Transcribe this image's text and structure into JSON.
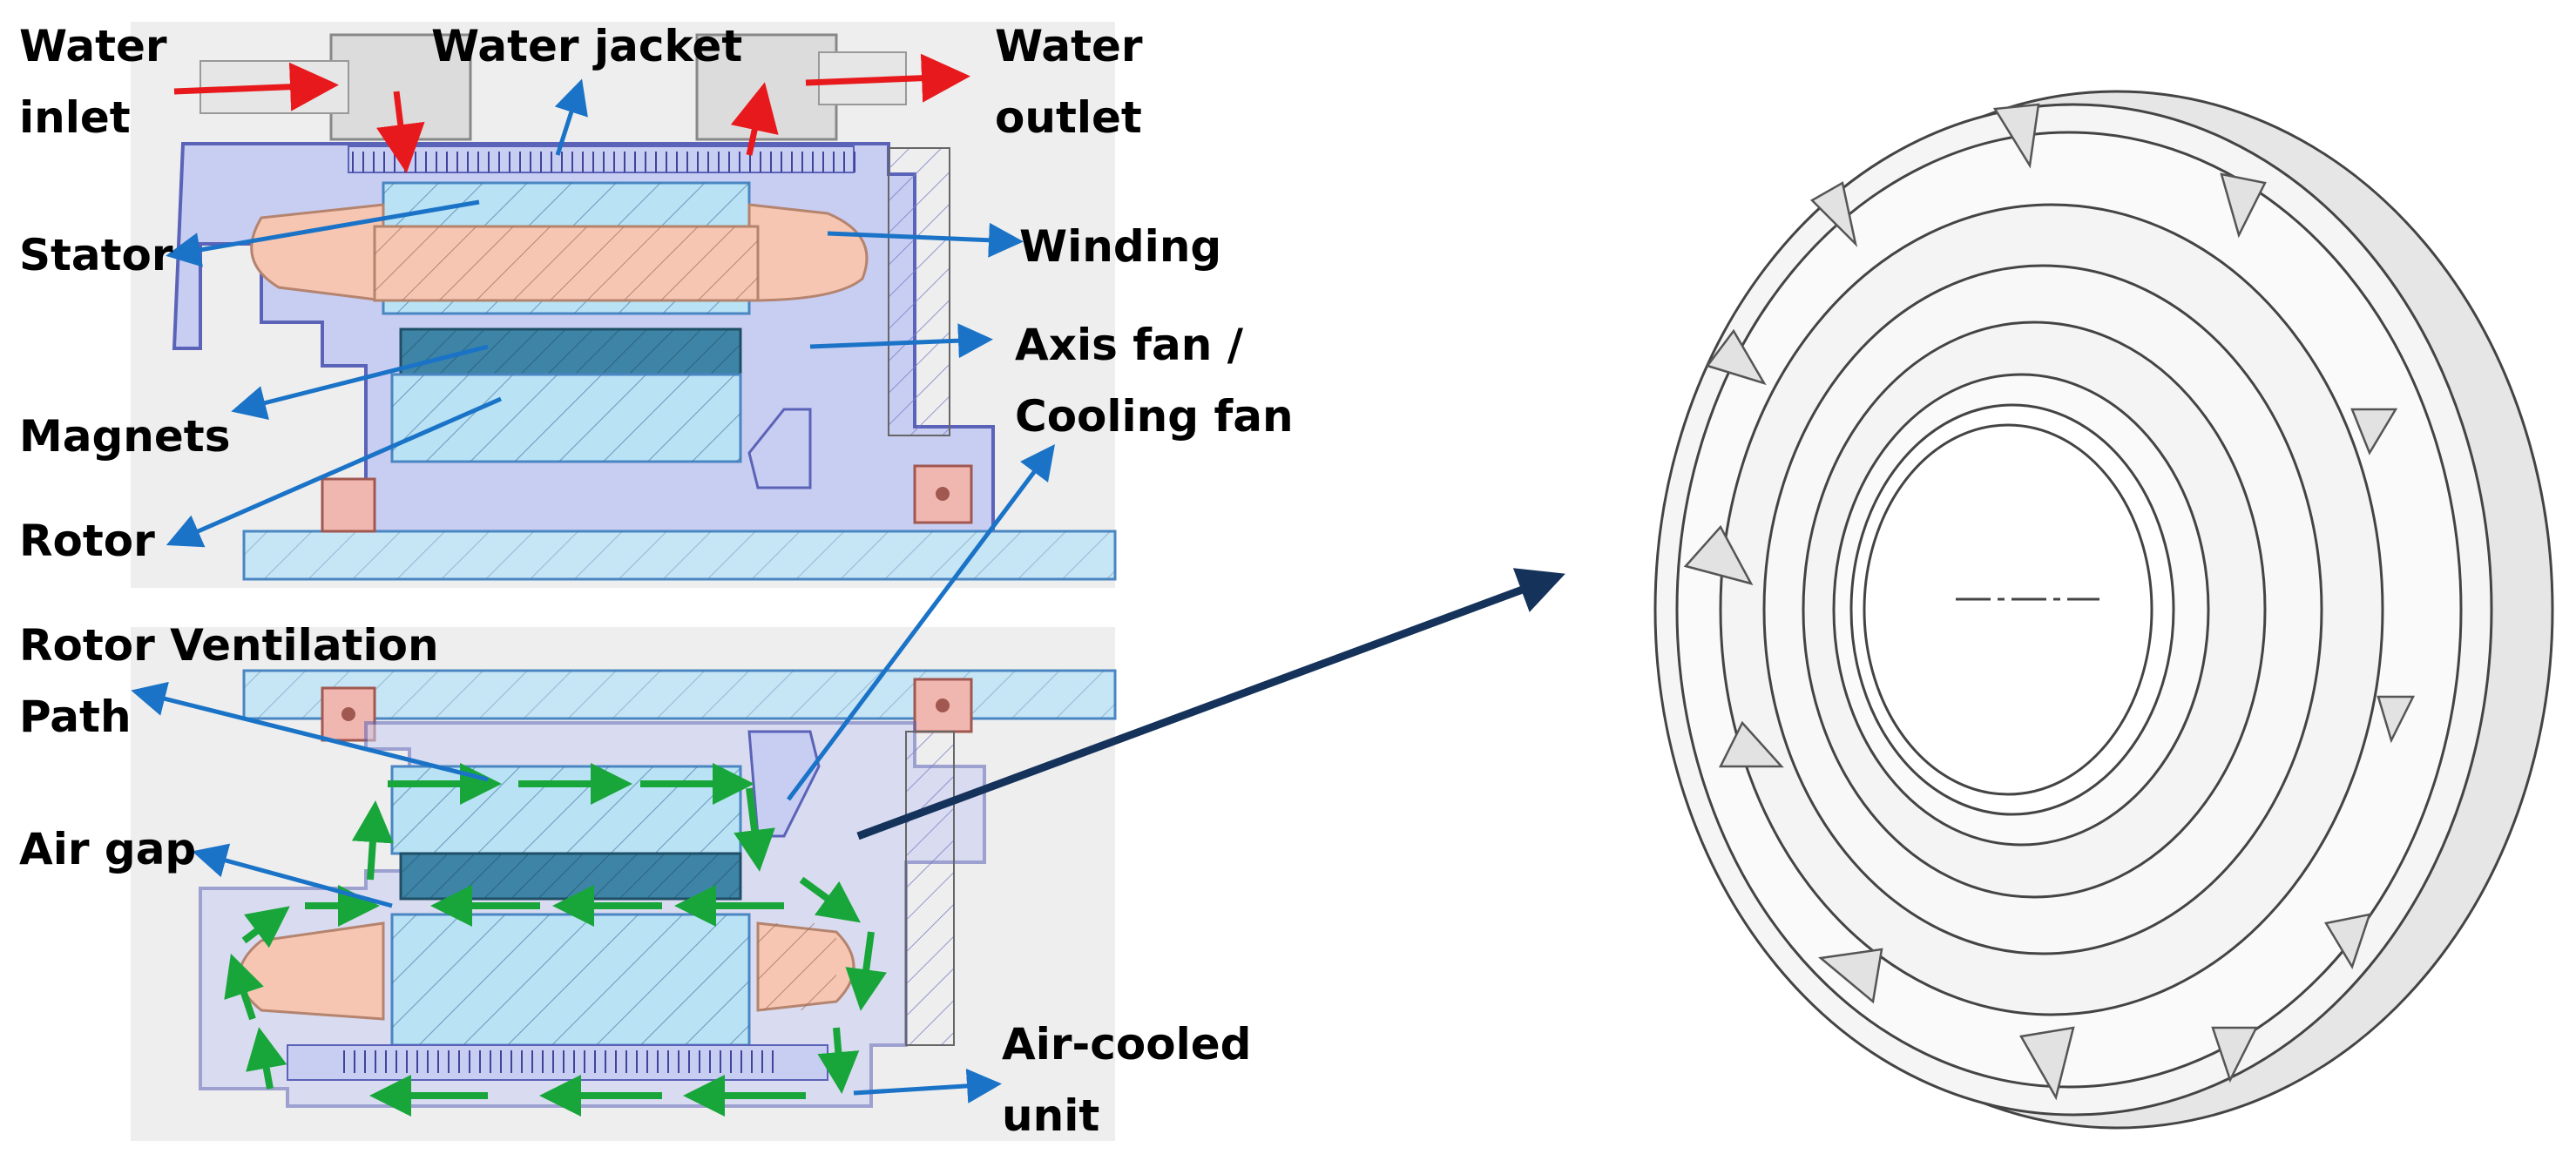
{
  "labels": {
    "water_inlet": [
      "Water",
      "inlet"
    ],
    "water_jacket": "Water jacket",
    "water_outlet": [
      "Water",
      "outlet"
    ],
    "stator": "Stator",
    "winding": "Winding",
    "axis_fan": [
      "Axis fan /",
      "Cooling fan"
    ],
    "magnets": "Magnets",
    "rotor": "Rotor",
    "rotor_ventilation": [
      "Rotor Ventilation",
      "Path"
    ],
    "air_gap": "Air gap",
    "air_cooled": [
      "Air-cooled",
      "unit"
    ]
  },
  "colors": {
    "housing": "#c8cdf2",
    "housing_stroke": "#5b63b8",
    "stator_iron": "#b9e2f5",
    "stator_stroke": "#4a86c2",
    "winding": "#f6c6b2",
    "winding_stroke": "#b4846f",
    "magnet": "#3e84a6",
    "shaft": "#c6e5f5",
    "bearing": "#f0b7b0",
    "water_arrow": "#e8191c",
    "label_arrow": "#1a73c7",
    "air_flow": "#18a63a",
    "pointer_arrow": "#14325a",
    "fan_line": "#444444"
  }
}
